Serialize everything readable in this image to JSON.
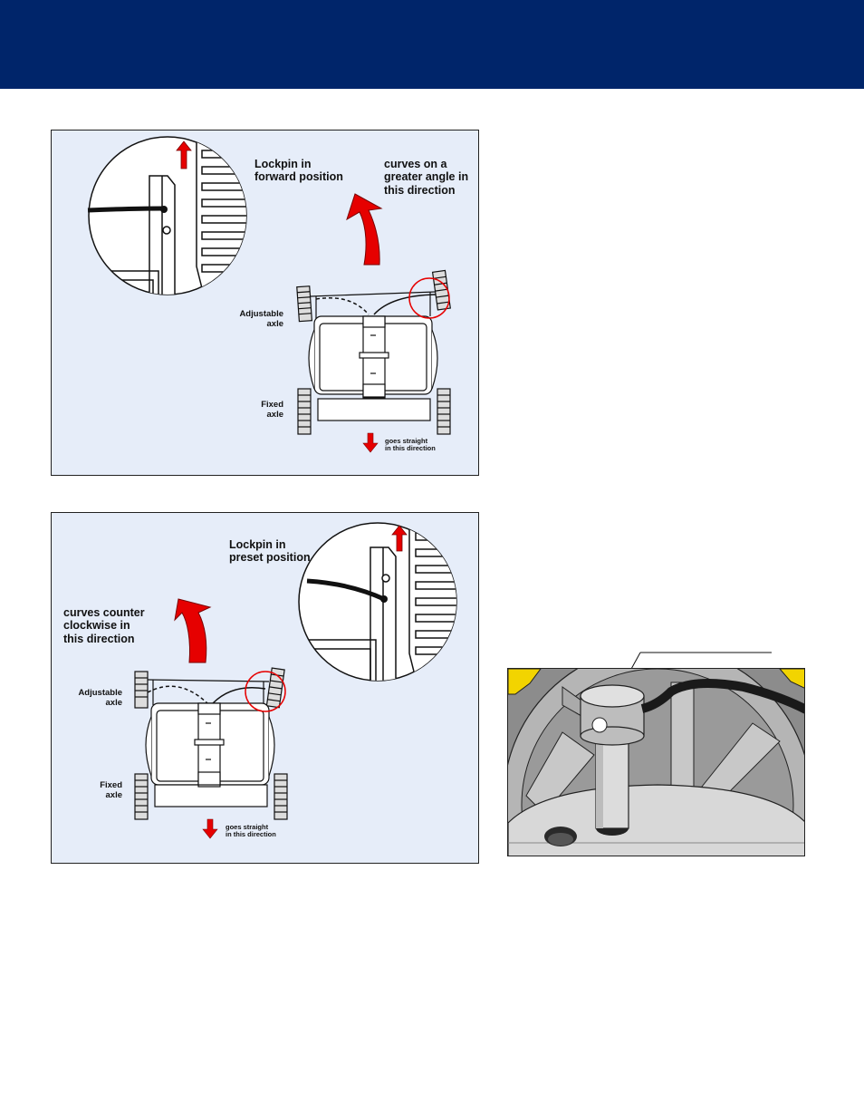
{
  "panel_forward": {
    "lockpin_label": "Lockpin in\nforward position",
    "curve_label": "curves on a\ngreater angle in\nthis direction",
    "adjustable_axle": "Adjustable\naxle",
    "fixed_axle": "Fixed\naxle",
    "straight_label": "goes straight\nin this direction"
  },
  "panel_preset": {
    "lockpin_label": "Lockpin in\npreset position",
    "curve_label": "curves counter\nclockwise in\nthis direction",
    "adjustable_axle": "Adjustable\naxle",
    "fixed_axle": "Fixed\naxle",
    "straight_label": "goes straight\nin this direction"
  },
  "colors": {
    "header": "#00256a",
    "panel_bg": "#e6edf9",
    "arrow_red": "#e60000"
  }
}
